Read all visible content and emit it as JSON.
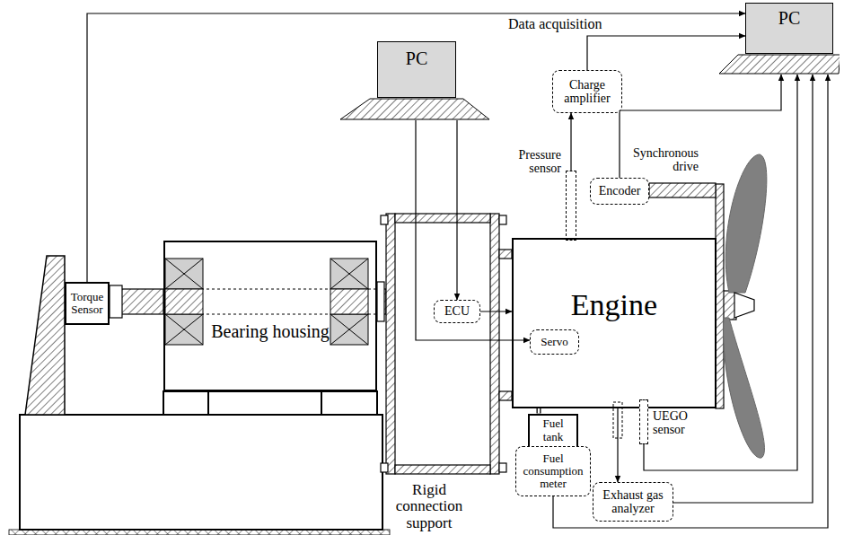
{
  "diagram": {
    "nodes": [
      {
        "text": [
          "PC"
        ]
      },
      {
        "text": [
          "PC"
        ]
      },
      {
        "text": [
          "Charge amplifier"
        ]
      },
      {
        "text": [
          "Pressure sensor"
        ]
      },
      {
        "text": [
          "Encoder"
        ]
      },
      {
        "text": [
          "Torque Sensor"
        ]
      },
      {
        "text": [
          "Bearing housing"
        ]
      },
      {
        "text": [
          "ECU"
        ]
      },
      {
        "text": [
          "Engine"
        ]
      },
      {
        "text": [
          "Servo"
        ],
        "in": 8
      },
      {
        "text": [
          "Fuel tank"
        ]
      },
      {
        "text": [
          "UEGO sensor"
        ]
      },
      {
        "text": [
          "Fuel consumption meter"
        ]
      },
      {
        "text": [
          "Exhaust gas analyzer"
        ]
      }
    ],
    "edges": [
      {
        "from": 5,
        "to": 1,
        "arrow": "to"
      },
      {
        "from": 0,
        "to": 7,
        "arrow": "to"
      },
      {
        "from": 0,
        "to": 9,
        "arrow": "to"
      },
      {
        "from": 7,
        "to": 8,
        "arrow": "to"
      },
      {
        "from": 3,
        "to": 2,
        "arrow": "to"
      },
      {
        "from": 2,
        "to": 1,
        "arrow": "to"
      },
      {
        "from": 4,
        "to": 1,
        "arrow": "to"
      },
      {
        "from": 11,
        "to": 1,
        "arrow": "to"
      },
      {
        "from": 13,
        "to": 1,
        "arrow": "to"
      },
      {
        "from": 12,
        "to": 1,
        "arrow": "to"
      },
      {
        "from": 8,
        "to": 13,
        "arrow": "to"
      },
      {
        "from": 10,
        "to": 8,
        "arrow": "none"
      }
    ],
    "labels": [
      "Data acquisition",
      "Synchronous drive",
      "Rigid connection support"
    ]
  }
}
